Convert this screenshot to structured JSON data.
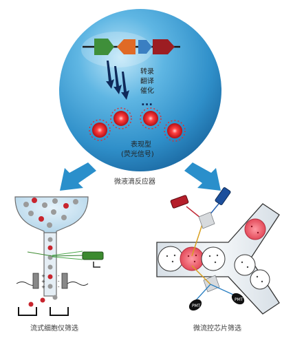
{
  "sphere": {
    "steps": [
      "转录",
      "翻译",
      "催化"
    ],
    "ellipsis": "...",
    "phenotype_line1": "表现型",
    "phenotype_line2": "(荧光信号)"
  },
  "droplet_label": "微液滴反应器",
  "left_method_label": "流式细胞仪筛选",
  "right_method_label": "微流控芯片筛选",
  "colors": {
    "sphere": "#2f8fc9",
    "arrow_blue": "#2a8fcb",
    "gene_green": "#3f8f3a",
    "gene_orange": "#e06a26",
    "gene_blue": "#3a7fc2",
    "gene_red": "#9c1d22",
    "signal_red": "#e22a2a",
    "detector_green": "#3c8a2f",
    "laser_red": "#b51e2a",
    "laser_blue": "#1c4f9c"
  },
  "icons": [
    "gene-construct-icon",
    "expression-arrows-icon",
    "fluorescent-droplet-icon",
    "laser-icon",
    "detector-icon",
    "electrode-plate-icon",
    "collection-tube-icon"
  ]
}
